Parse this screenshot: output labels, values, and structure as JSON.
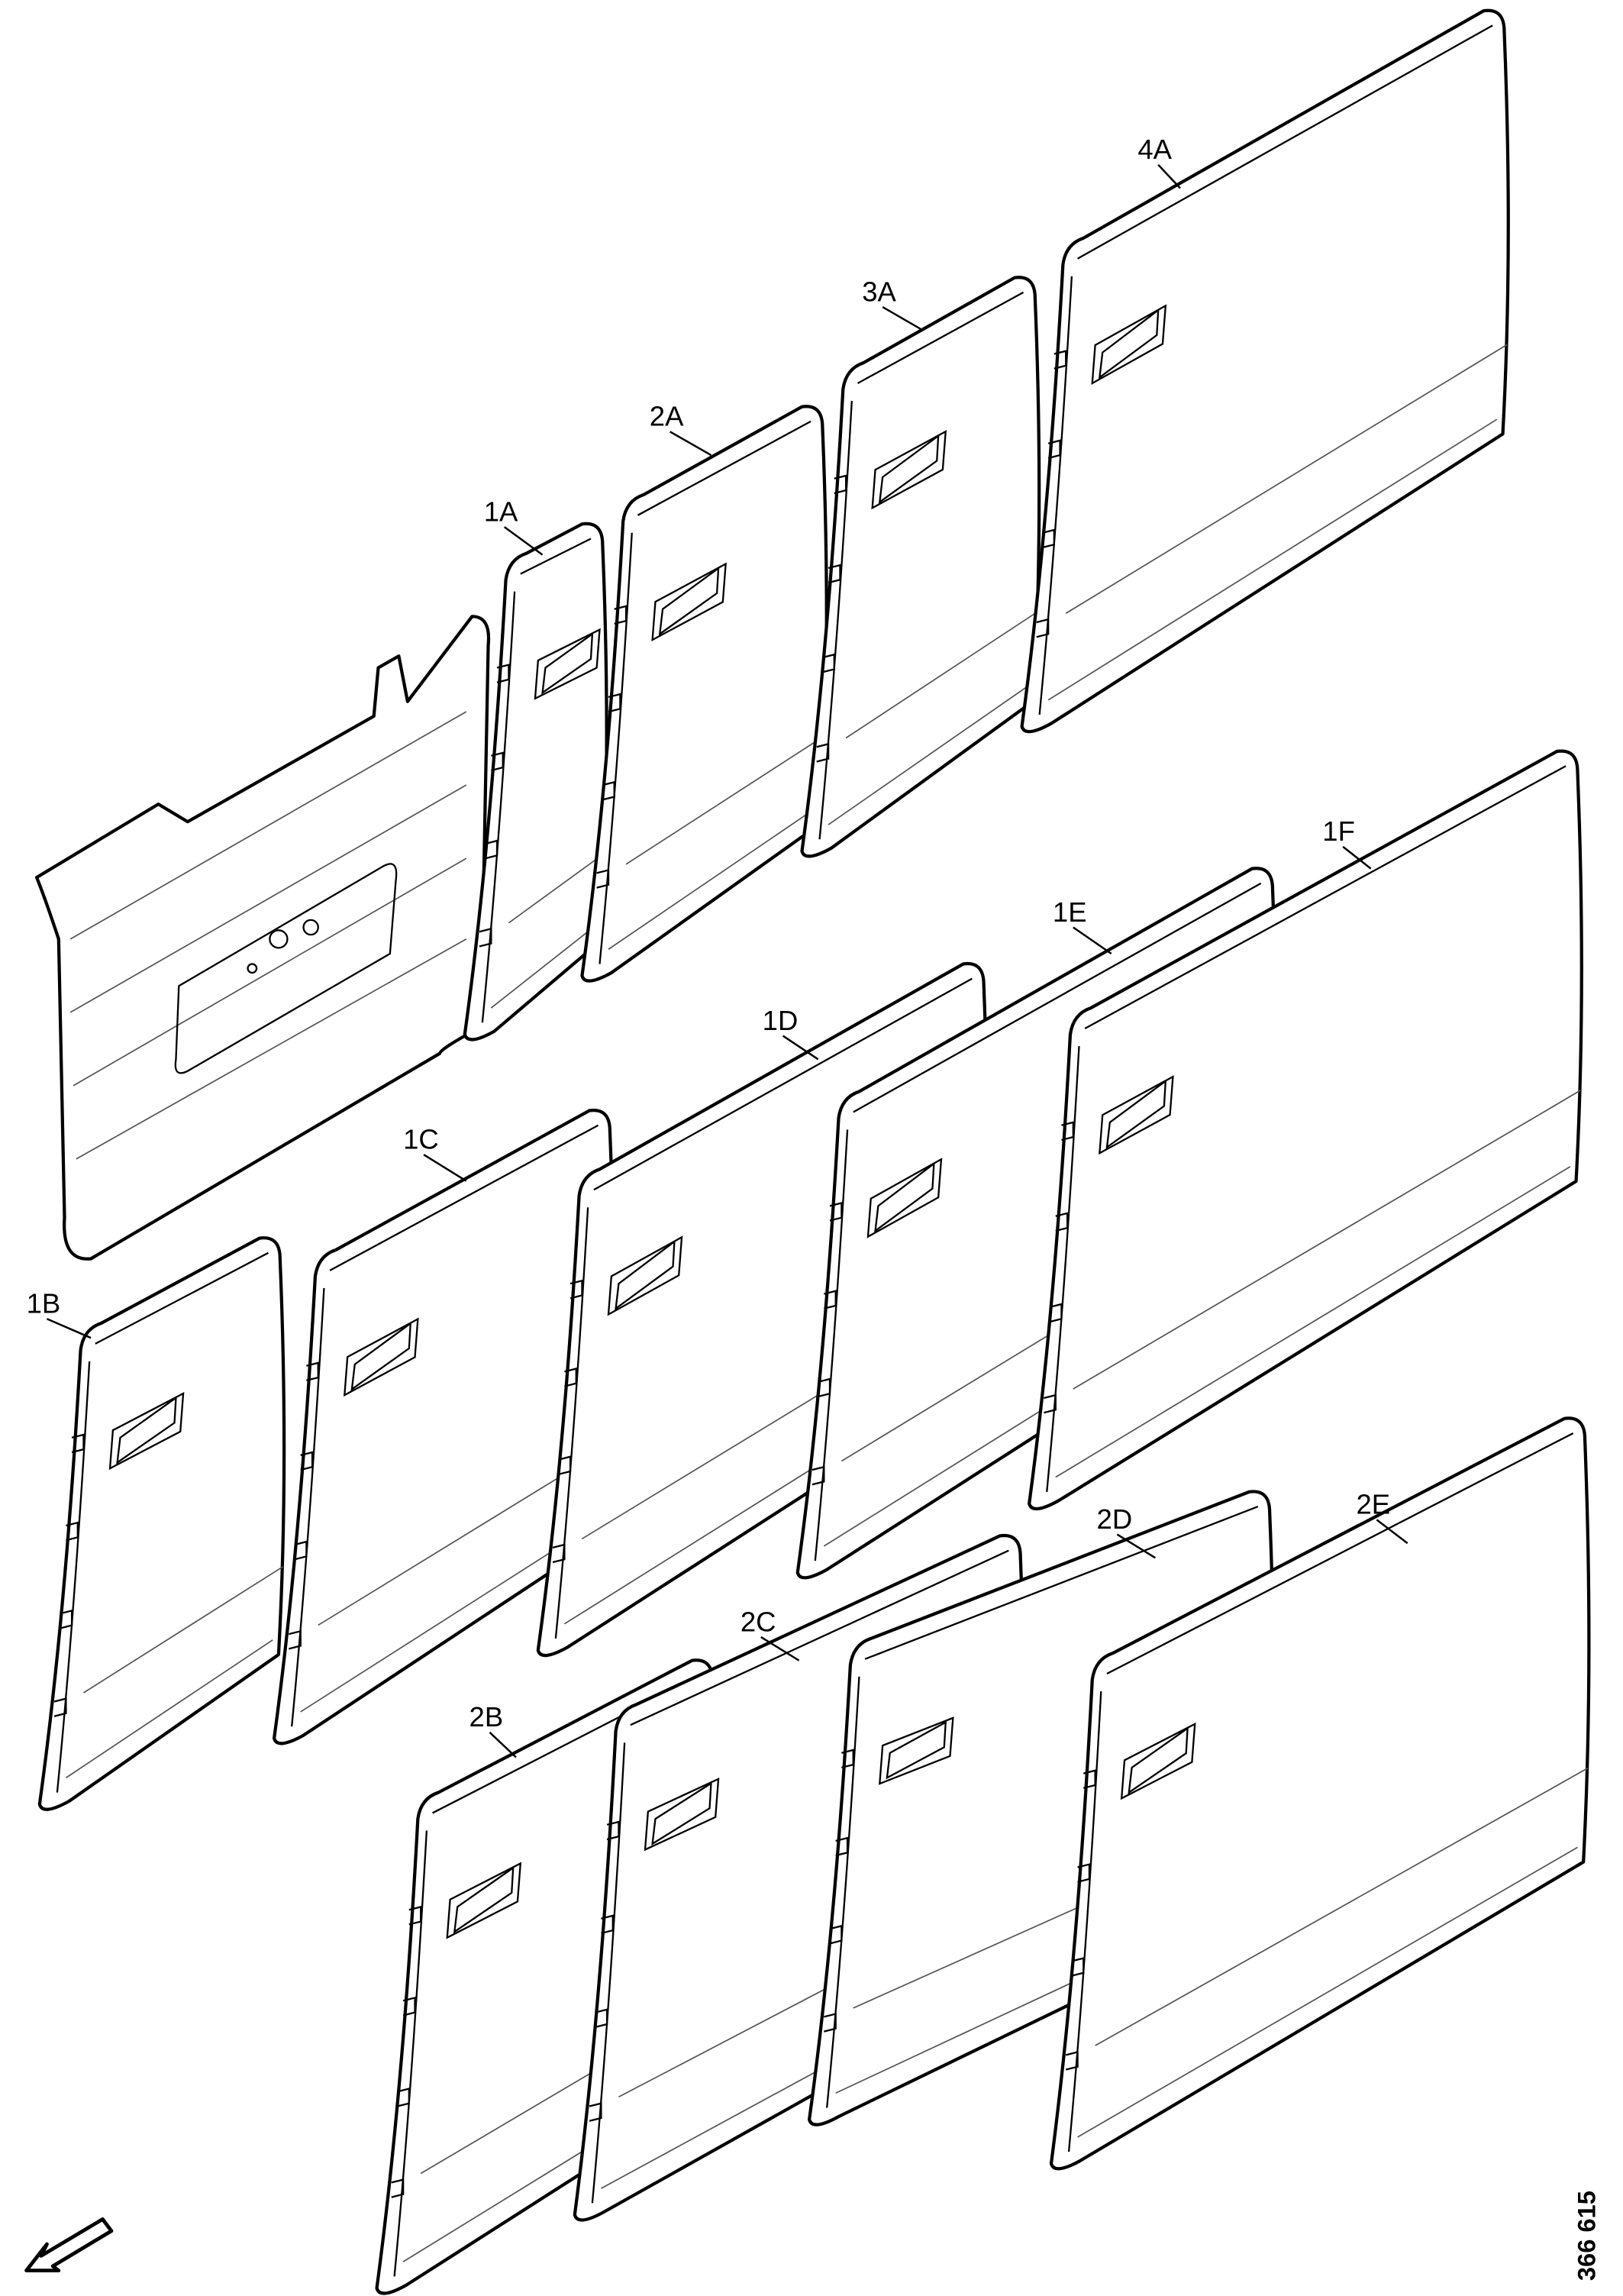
{
  "figure": {
    "labels": {
      "p1A": "1A",
      "p2A": "2A",
      "p3A": "3A",
      "p4A": "4A",
      "p1B": "1B",
      "p1C": "1C",
      "p1D": "1D",
      "p1E": "1E",
      "p1F": "1F",
      "p2B": "2B",
      "p2C": "2C",
      "p2D": "2D",
      "p2E": "2E"
    },
    "reference_number": "366 615",
    "direction_icon": "arrow-down-left-icon"
  }
}
